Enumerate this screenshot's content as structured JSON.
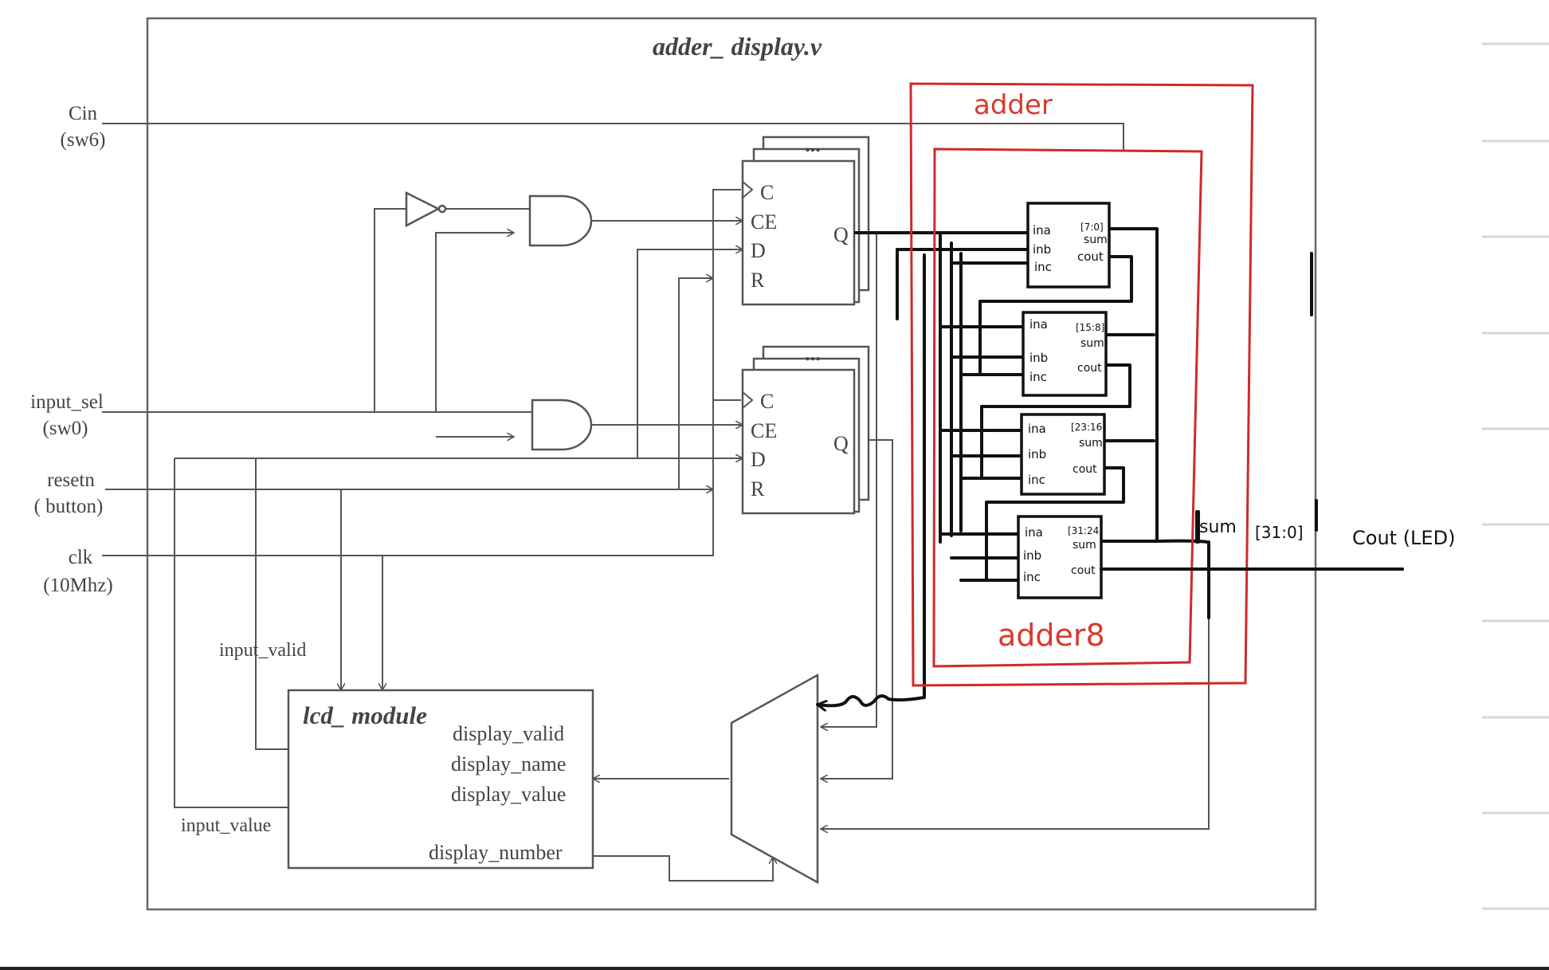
{
  "module": {
    "title": "adder_ display.v"
  },
  "inputs": {
    "cin": {
      "name": "Cin",
      "pin": "(sw6)"
    },
    "input_sel": {
      "name": "input_sel",
      "pin": "(sw0)"
    },
    "resetn": {
      "name": "resetn",
      "pin": "( button)"
    },
    "clk": {
      "name": "clk",
      "pin": "(10Mhz)"
    }
  },
  "registers": {
    "ellipsis": "...",
    "ports": [
      "C",
      "CE",
      "D",
      "R"
    ],
    "output": "Q"
  },
  "lcd": {
    "title": "lcd_ module",
    "ports": [
      "display_valid",
      "display_name",
      "display_value",
      "display_number"
    ],
    "input_valid": "input_valid",
    "input_value": "input_value"
  },
  "adder": {
    "label": "adder",
    "inner_label": "adder8",
    "colors": {
      "annotation": "#cf2a2a"
    },
    "blocks": [
      {
        "ina": "ina",
        "inb": "inb",
        "inc": "inc",
        "range": "[7:0]",
        "sum": "sum",
        "cout": "cout"
      },
      {
        "ina": "ina",
        "inb": "inb",
        "inc": "inc",
        "range": "[15:8]",
        "sum": "sum",
        "cout": "cout"
      },
      {
        "ina": "ina",
        "inb": "inb",
        "inc": "inc",
        "range": "[23:16]",
        "sum": "sum",
        "cout": "cout"
      },
      {
        "ina": "ina",
        "inb": "inb",
        "inc": "inc",
        "range": "[31:24]",
        "sum": "sum",
        "cout": "cout"
      }
    ],
    "sum_out": "sum",
    "sum_range": "[31:0]",
    "cout_out": "Cout (LED)"
  }
}
